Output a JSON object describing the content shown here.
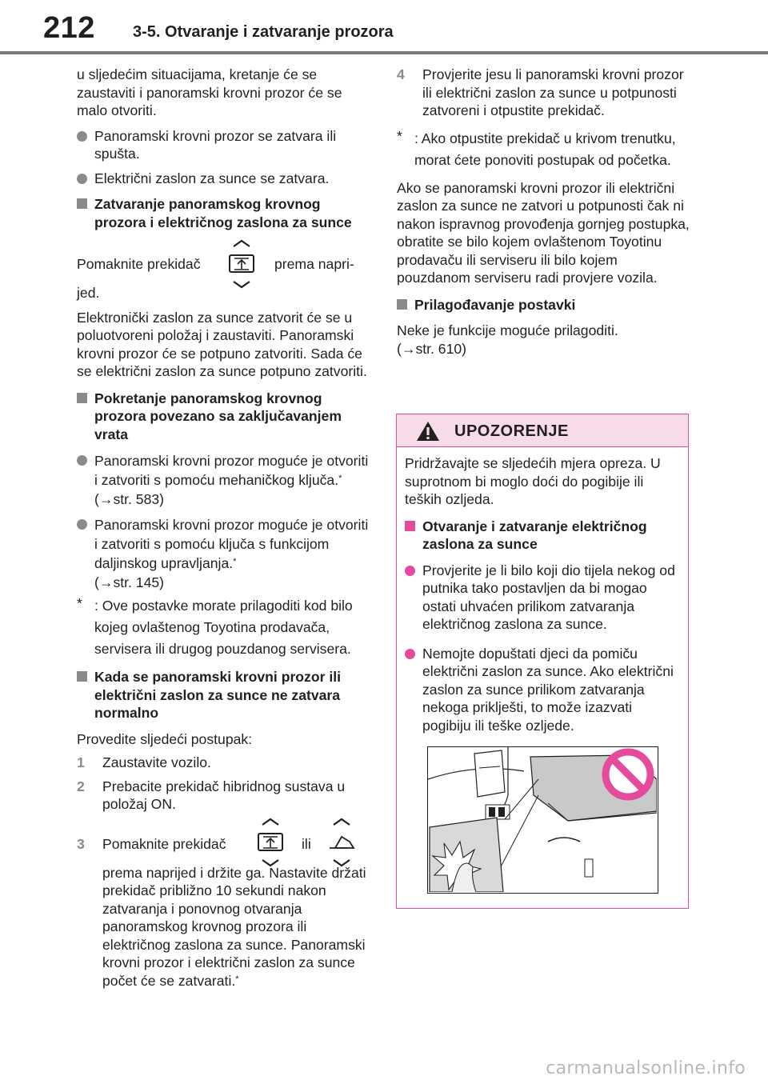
{
  "header": {
    "page_number": "212",
    "section_title": "3-5. Otvaranje i zatvaranje prozora"
  },
  "left": {
    "intro": "u sljedećim situacijama, kretanje će se zaustaviti i panoramski krovni prozor će se malo otvoriti.",
    "bullets1": [
      "Panoramski krovni prozor se zatvara ili spušta.",
      "Električni zaslon za sunce se zatvara."
    ],
    "h1": "Zatvaranje panoramskog krovnog prozora i električnog zaslona za sunce",
    "move_prefix": "Pomaknite prekidač",
    "move_suffix": "prema napri-",
    "move_tail": "jed.",
    "para1": "Elektronički zaslon za sunce zatvorit će se u poluotvoreni položaj i zaustaviti. Panoramski krovni prozor će se potpuno zatvoriti. Sada će se električni zaslon za sunce potpuno zatvoriti.",
    "h2": "Pokretanje panoramskog krovnog prozora povezano sa zaključavanjem vrata",
    "b2_1": "Panoramski krovni prozor moguće je otvoriti i zatvoriti s pomoću mehaničkog ključa.",
    "b2_1_ref": "(→str. 583)",
    "b2_2": "Panoramski krovni prozor moguće je otvoriti i zatvoriti s pomoću ključa s funkcijom daljinskog upravljanja.",
    "b2_2_ref": "(→str. 145)",
    "asterisk": "*",
    "note1": ": Ove postavke morate prilagoditi kod bilo kojeg ovlaštenog Toyotina prodavača, servisera ili drugog pouzdanog servisera.",
    "h3": "Kada se panoramski krovni prozor ili električni zaslon za sunce ne zatvara normalno",
    "procedure": "Provedite sljedeći postupak:",
    "steps": [
      {
        "num": "1",
        "text": "Zaustavite vozilo."
      },
      {
        "num": "2",
        "text": "Prebacite prekidač hibridnog sustava u položaj ON."
      }
    ],
    "step3_num": "3",
    "step3_prefix": "Pomaknite prekidač",
    "step3_or": "ili",
    "step3_text": "prema naprijed i držite ga. Nastavite držati prekidač približno 10 sekundi nakon zatvaranja i ponovnog otvaranja panoramskog krovnog prozora ili električnog zaslona za sunce. Panoramski krovni prozor i električni zaslon za sunce počet će se zatvarati."
  },
  "right": {
    "step4_num": "4",
    "step4_text": "Provjerite jesu li panoramski krovni prozor ili električni zaslon za sunce u potpunosti zatvoreni i otpustite prekidač.",
    "note2": ": Ako otpustite prekidač u krivom trenutku, morat ćete ponoviti postupak od početka.",
    "para2": "Ako se panoramski krovni prozor ili električni zaslon za sunce ne zatvori u potpunosti čak ni nakon ispravnog provođenja gornjeg postupka, obratite se bilo kojem ovlaštenom Toyotinu prodavaču ili serviseru ili bilo kojem pouzdanom serviseru radi provjere vozila.",
    "h4": "Prilagođavanje postavki",
    "para3": "Neke je funkcije moguće prilagoditi.",
    "para3_ref": "(→str. 610)"
  },
  "warning": {
    "title": "UPOZORENJE",
    "intro": "Pridržavajte se sljedećih mjera opreza. U suprotnom bi moglo doći do pogibije ili teških ozljeda.",
    "heading": "Otvaranje i zatvaranje električnog zaslona za sunce",
    "bullets": [
      "Provjerite je li bilo koji dio tijela nekog od putnika tako postavljen da bi mogao ostati uhvaćen prilikom zatvaranja električnog zaslona za sunce.",
      "Nemojte dopuštati djeci da pomiču električni zaslon za sunce. Ako električni zaslon za sunce prilikom zatvaranja nekoga priklješti, to može izazvati pogibiju ili teške ozljede."
    ],
    "accent_color": "#e54a9c",
    "header_bg": "#f7dbe8"
  },
  "icons": [
    "switch-slide-icon",
    "switch-tilt-icon",
    "warning-triangle-icon",
    "prohibition-icon"
  ],
  "watermark": "carmanualsonline.info"
}
